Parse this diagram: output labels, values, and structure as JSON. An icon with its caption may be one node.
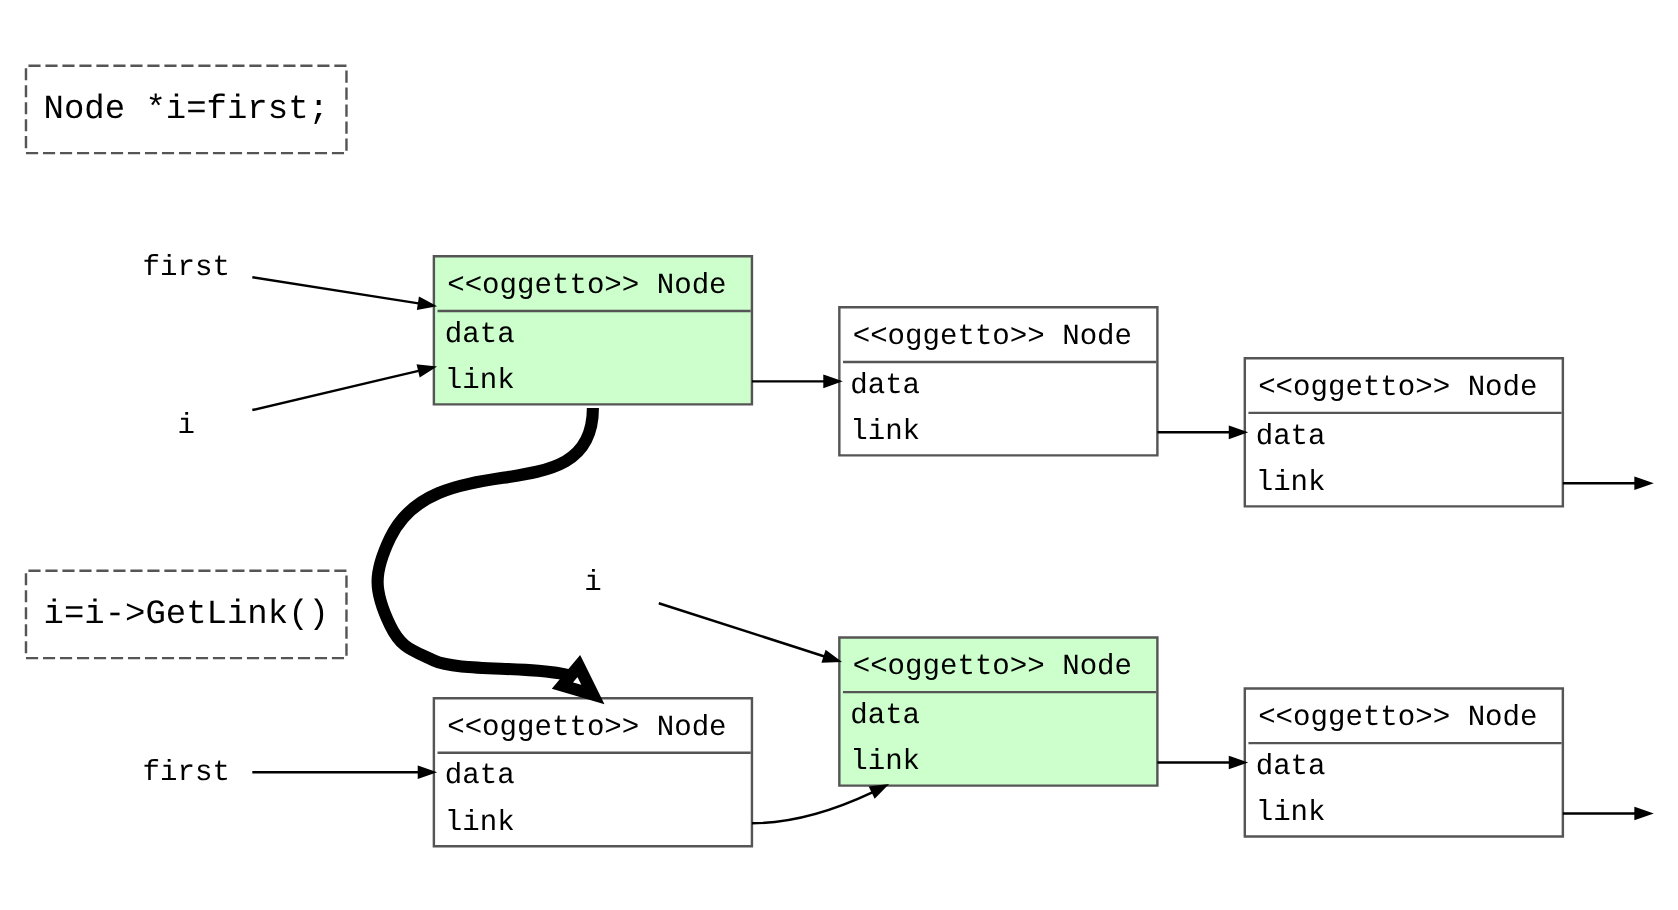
{
  "diagram": {
    "nodes": [
      {
        "text": [
          "Node *i=first;"
        ]
      },
      {
        "text": [
          "i"
        ]
      },
      {
        "text": [
          "first"
        ]
      },
      {
        "text": [
          "<<oggetto>> Node",
          "data",
          "link"
        ]
      },
      {
        "text": [
          "<<oggetto>> Node",
          "data",
          "link"
        ]
      },
      {
        "text": [
          "<<oggetto>> Node",
          "data",
          "link"
        ]
      },
      {
        "text": [
          "i=i->GetLink()"
        ]
      },
      {
        "text": [
          "i"
        ]
      },
      {
        "text": [
          "first"
        ]
      },
      {
        "text": [
          "<<oggetto>> Node",
          "data",
          "link"
        ]
      },
      {
        "text": [
          "<<oggetto>> Node",
          "data",
          "link"
        ]
      },
      {
        "text": [
          "<<oggetto>> Node",
          "data",
          "link"
        ]
      }
    ],
    "edges": [
      {
        "from": 1,
        "to": 3,
        "arrow": "to"
      },
      {
        "from": 2,
        "to": 3,
        "arrow": "to"
      },
      {
        "from": 3,
        "to": 4,
        "arrow": "to"
      },
      {
        "from": 4,
        "to": 5,
        "arrow": "to"
      },
      {
        "from": 5,
        "to": null,
        "arrow": "to"
      },
      {
        "from": 3,
        "to": 9,
        "arrow": "to",
        "style": "thick"
      },
      {
        "from": 7,
        "to": 10,
        "arrow": "to"
      },
      {
        "from": 8,
        "to": 9,
        "arrow": "to"
      },
      {
        "from": 9,
        "to": 10,
        "arrow": "to"
      },
      {
        "from": 10,
        "to": 11,
        "arrow": "to"
      },
      {
        "from": 11,
        "to": null,
        "arrow": "to"
      }
    ]
  }
}
